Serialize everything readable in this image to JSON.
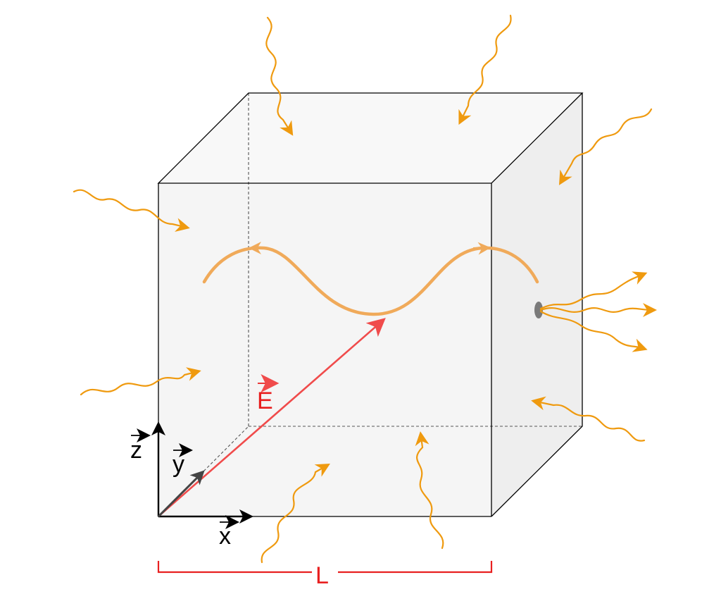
{
  "labels": {
    "field": "E",
    "axis_x": "x",
    "axis_y": "y",
    "axis_z": "z",
    "length": "L"
  },
  "colors": {
    "radiation": "#ef9a0f",
    "standing_wave": "#f0aa5a",
    "field_vector": "#f04b4b",
    "length_marker": "#e82020",
    "axes": "#000000",
    "cube_front": "#f5f5f5",
    "cube_top": "#f8f8f8",
    "cube_side": "#eeeeee",
    "hole": "#7a7a7a"
  },
  "icons": {
    "hole": "small-opening-hole",
    "incoming_radiation": "wavy-arrow",
    "outgoing_radiation": "wavy-arrow"
  }
}
